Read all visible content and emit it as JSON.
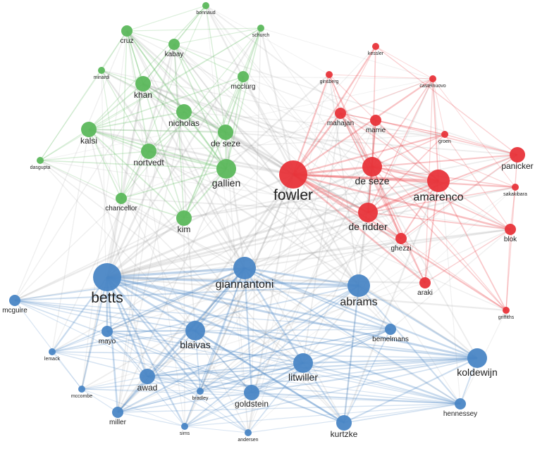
{
  "colors": {
    "green": "#5cb85c",
    "red": "#e8343a",
    "blue": "#4a86c5",
    "edge_gray": "#9a9a9a"
  },
  "nodes": [
    {
      "id": "bonnaud",
      "label": "bonnaud",
      "cluster": "green",
      "weight": 1
    },
    {
      "id": "cruz",
      "label": "cruz",
      "cluster": "green",
      "weight": 2
    },
    {
      "id": "kabay",
      "label": "kabay",
      "cluster": "green",
      "weight": 2
    },
    {
      "id": "schurch",
      "label": "schurch",
      "cluster": "green",
      "weight": 1
    },
    {
      "id": "minardi",
      "label": "minardi",
      "cluster": "green",
      "weight": 1
    },
    {
      "id": "khan",
      "label": "khan",
      "cluster": "green",
      "weight": 3
    },
    {
      "id": "mcclurg",
      "label": "mcclurg",
      "cluster": "green",
      "weight": 2
    },
    {
      "id": "nicholas",
      "label": "nicholas",
      "cluster": "green",
      "weight": 3
    },
    {
      "id": "kalsi",
      "label": "kalsi",
      "cluster": "green",
      "weight": 3
    },
    {
      "id": "de-seze-g",
      "label": "de seze",
      "cluster": "green",
      "weight": 3
    },
    {
      "id": "nortvedt",
      "label": "nortvedt",
      "cluster": "green",
      "weight": 3
    },
    {
      "id": "dasgupta",
      "label": "dasgupta",
      "cluster": "green",
      "weight": 1
    },
    {
      "id": "gallien",
      "label": "gallien",
      "cluster": "green",
      "weight": 4
    },
    {
      "id": "chancellor",
      "label": "chancellor",
      "cluster": "green",
      "weight": 2
    },
    {
      "id": "kim",
      "label": "kim",
      "cluster": "green",
      "weight": 3
    },
    {
      "id": "kessler",
      "label": "kessler",
      "cluster": "red",
      "weight": 1
    },
    {
      "id": "ginsberg",
      "label": "ginsberg",
      "cluster": "red",
      "weight": 1
    },
    {
      "id": "castelnuovo",
      "label": "castelnuovo",
      "cluster": "red",
      "weight": 1
    },
    {
      "id": "mahajan",
      "label": "mahajan",
      "cluster": "red",
      "weight": 2
    },
    {
      "id": "marrie",
      "label": "marrie",
      "cluster": "red",
      "weight": 2
    },
    {
      "id": "groen",
      "label": "groen",
      "cluster": "red",
      "weight": 1
    },
    {
      "id": "fowler",
      "label": "fowler",
      "cluster": "red",
      "weight": 7
    },
    {
      "id": "de-seze-r",
      "label": "de seze",
      "cluster": "red",
      "weight": 4
    },
    {
      "id": "amarenco",
      "label": "amarenco",
      "cluster": "red",
      "weight": 5
    },
    {
      "id": "panicker",
      "label": "panicker",
      "cluster": "red",
      "weight": 3
    },
    {
      "id": "sakakibara",
      "label": "sakakibara",
      "cluster": "red",
      "weight": 1
    },
    {
      "id": "de-ridder",
      "label": "de ridder",
      "cluster": "red",
      "weight": 4
    },
    {
      "id": "blok",
      "label": "blok",
      "cluster": "red",
      "weight": 2
    },
    {
      "id": "ghezzi",
      "label": "ghezzi",
      "cluster": "red",
      "weight": 2
    },
    {
      "id": "araki",
      "label": "araki",
      "cluster": "red",
      "weight": 2
    },
    {
      "id": "griffiths",
      "label": "griffiths",
      "cluster": "red",
      "weight": 1
    },
    {
      "id": "betts",
      "label": "betts",
      "cluster": "blue",
      "weight": 7
    },
    {
      "id": "giannantoni",
      "label": "giannantoni",
      "cluster": "blue",
      "weight": 5
    },
    {
      "id": "abrams",
      "label": "abrams",
      "cluster": "blue",
      "weight": 5
    },
    {
      "id": "mcguire",
      "label": "mcguire",
      "cluster": "blue",
      "weight": 2
    },
    {
      "id": "mayo",
      "label": "mayo",
      "cluster": "blue",
      "weight": 2
    },
    {
      "id": "blaivas",
      "label": "blaivas",
      "cluster": "blue",
      "weight": 4
    },
    {
      "id": "bemelmans",
      "label": "bemelmans",
      "cluster": "blue",
      "weight": 2
    },
    {
      "id": "lemack",
      "label": "lemack",
      "cluster": "blue",
      "weight": 1
    },
    {
      "id": "litwiller",
      "label": "litwiller",
      "cluster": "blue",
      "weight": 4
    },
    {
      "id": "koldewijn",
      "label": "koldewijn",
      "cluster": "blue",
      "weight": 4
    },
    {
      "id": "awad",
      "label": "awad",
      "cluster": "blue",
      "weight": 3
    },
    {
      "id": "mccombe",
      "label": "mccombe",
      "cluster": "blue",
      "weight": 1
    },
    {
      "id": "bradley",
      "label": "bradley",
      "cluster": "blue",
      "weight": 1
    },
    {
      "id": "goldstein",
      "label": "goldstein",
      "cluster": "blue",
      "weight": 3
    },
    {
      "id": "hennessey",
      "label": "hennessey",
      "cluster": "blue",
      "weight": 2
    },
    {
      "id": "miller",
      "label": "miller",
      "cluster": "blue",
      "weight": 2
    },
    {
      "id": "sims",
      "label": "sims",
      "cluster": "blue",
      "weight": 1
    },
    {
      "id": "andersen",
      "label": "andersen",
      "cluster": "blue",
      "weight": 1
    },
    {
      "id": "kurtzke",
      "label": "kurtzke",
      "cluster": "blue",
      "weight": 3
    }
  ]
}
